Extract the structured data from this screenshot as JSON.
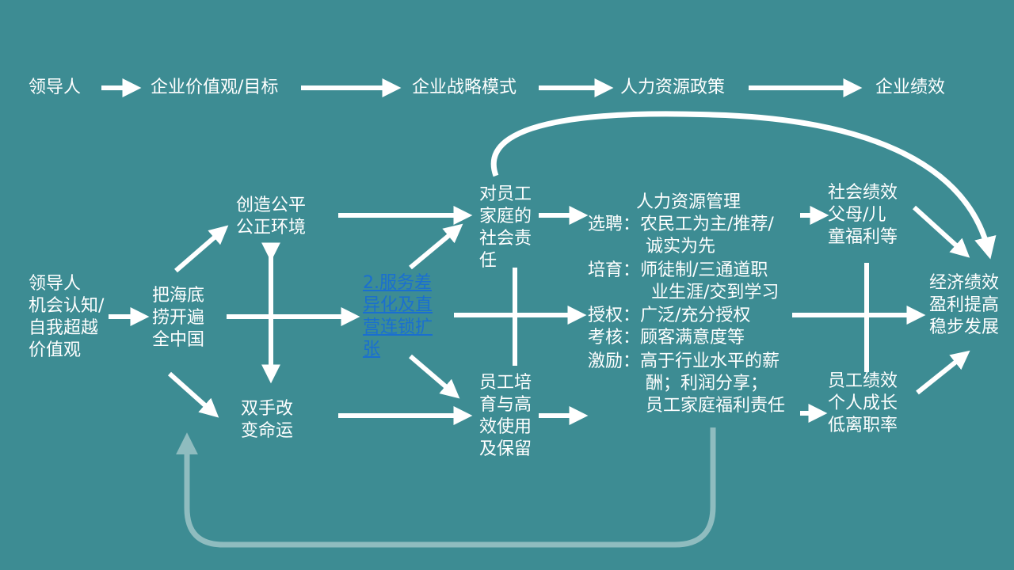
{
  "top_flow": {
    "leader": "领导人",
    "values": "企业价值观/目标",
    "strategy": "企业战略模式",
    "hr_policy": "人力资源政策",
    "performance": "企业绩效"
  },
  "left": {
    "leader_lines": [
      "领导人",
      "机会认知/",
      "自我超越",
      "价值观"
    ],
    "haidilao_lines": [
      "把海底",
      "捞开遍",
      "全中国"
    ]
  },
  "middle": {
    "fair_lines": [
      "创造公平",
      "公正环境"
    ],
    "change_lines": [
      "双手改",
      "变命运"
    ],
    "link_lines": [
      "2.服务差",
      "异化及直",
      "营连锁扩",
      "张"
    ]
  },
  "right_mid": {
    "family_lines": [
      "对员工",
      "家庭的",
      "社会责",
      "任"
    ],
    "training_lines": [
      "员工培",
      "育与高",
      "效使用",
      "及保留"
    ]
  },
  "hr": {
    "title": "人力资源管理",
    "lines": [
      "选聘：农民工为主/推荐/",
      "诚实为先",
      "培育：师徒制/三通道职",
      "业生涯/交到学习",
      "授权：广泛/充分授权",
      "考核：顾客满意度等",
      "激励：高于行业水平的薪",
      "酬；利润分享；",
      "员工家庭福利责任"
    ]
  },
  "right": {
    "social_lines": [
      "社会绩效",
      "父母/儿",
      "童福利等"
    ],
    "staff_lines": [
      "员工绩效",
      "个人成长",
      "低离职率"
    ],
    "economic_lines": [
      "经济绩效",
      "盈利提高",
      "稳步发展"
    ]
  },
  "colors": {
    "background": "#3d8c93",
    "text": "#ffffff",
    "link": "#1a6fd0",
    "feedback": "#8fbcbf"
  }
}
